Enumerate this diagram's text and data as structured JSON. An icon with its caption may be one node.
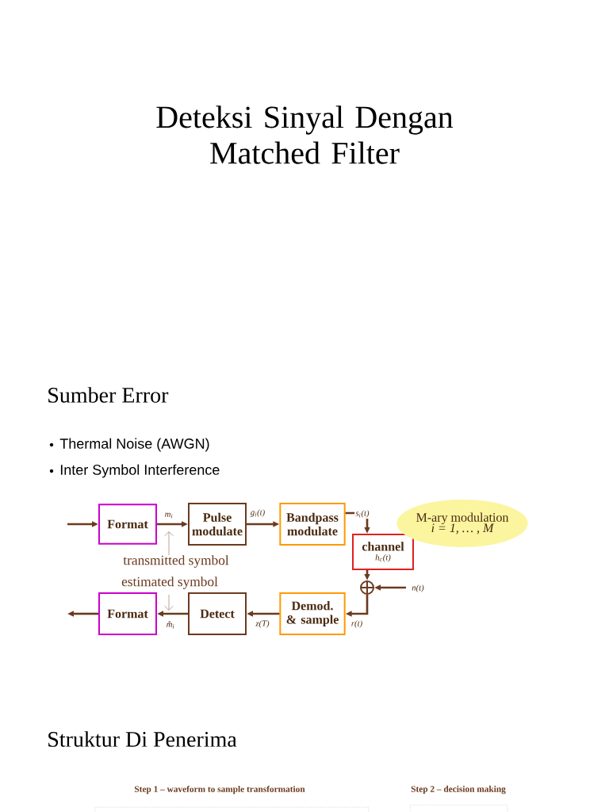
{
  "diagram": {
    "title": "Deteksi Sinyal Dengan Matched Filter",
    "nodes": [
      {
        "text": [
          "Format"
        ]
      },
      {
        "text": [
          "Pulse modulate"
        ]
      },
      {
        "text": [
          "Bandpass modulate"
        ]
      },
      {
        "text": [
          "channel",
          "h$_{c}$(t)"
        ]
      },
      {
        "text": [],
        "shape": "circle"
      },
      {
        "text": [
          "Demod. & sample"
        ]
      },
      {
        "text": [
          "Detect"
        ]
      },
      {
        "text": [
          "Format"
        ]
      },
      {
        "text": [
          "M-ary modulation",
          "i = 1, … , M"
        ]
      }
    ],
    "edges": [
      {
        "from": null,
        "to": 0,
        "arrow": "to"
      },
      {
        "from": 0,
        "to": 1,
        "arrow": "to",
        "label": "m$_{i}$"
      },
      {
        "from": 1,
        "to": 2,
        "arrow": "to",
        "label": "g$_{i}$(t)"
      },
      {
        "from": 2,
        "to": 3,
        "arrow": "to",
        "label": "s$_{i}$(t)"
      },
      {
        "from": 3,
        "to": 4,
        "arrow": "to"
      },
      {
        "from": null,
        "to": 4,
        "arrow": "to",
        "label": "n(t)"
      },
      {
        "from": 4,
        "to": 5,
        "arrow": "to",
        "label": "r(t)"
      },
      {
        "from": 5,
        "to": 6,
        "arrow": "to",
        "label": "z(T)"
      },
      {
        "from": 6,
        "to": 7,
        "arrow": "to",
        "label": "m̂$_{i}$"
      },
      {
        "from": 7,
        "to": null,
        "arrow": "to"
      }
    ],
    "labels": [
      "Sumber Error",
      "Thermal Noise (AWGN)",
      "Inter Symbol Interference",
      "transmitted symbol",
      "estimated symbol",
      "Struktur Di Penerima",
      "Step 1 – waveform to sample transformation",
      "Step 2 – decision making"
    ]
  }
}
